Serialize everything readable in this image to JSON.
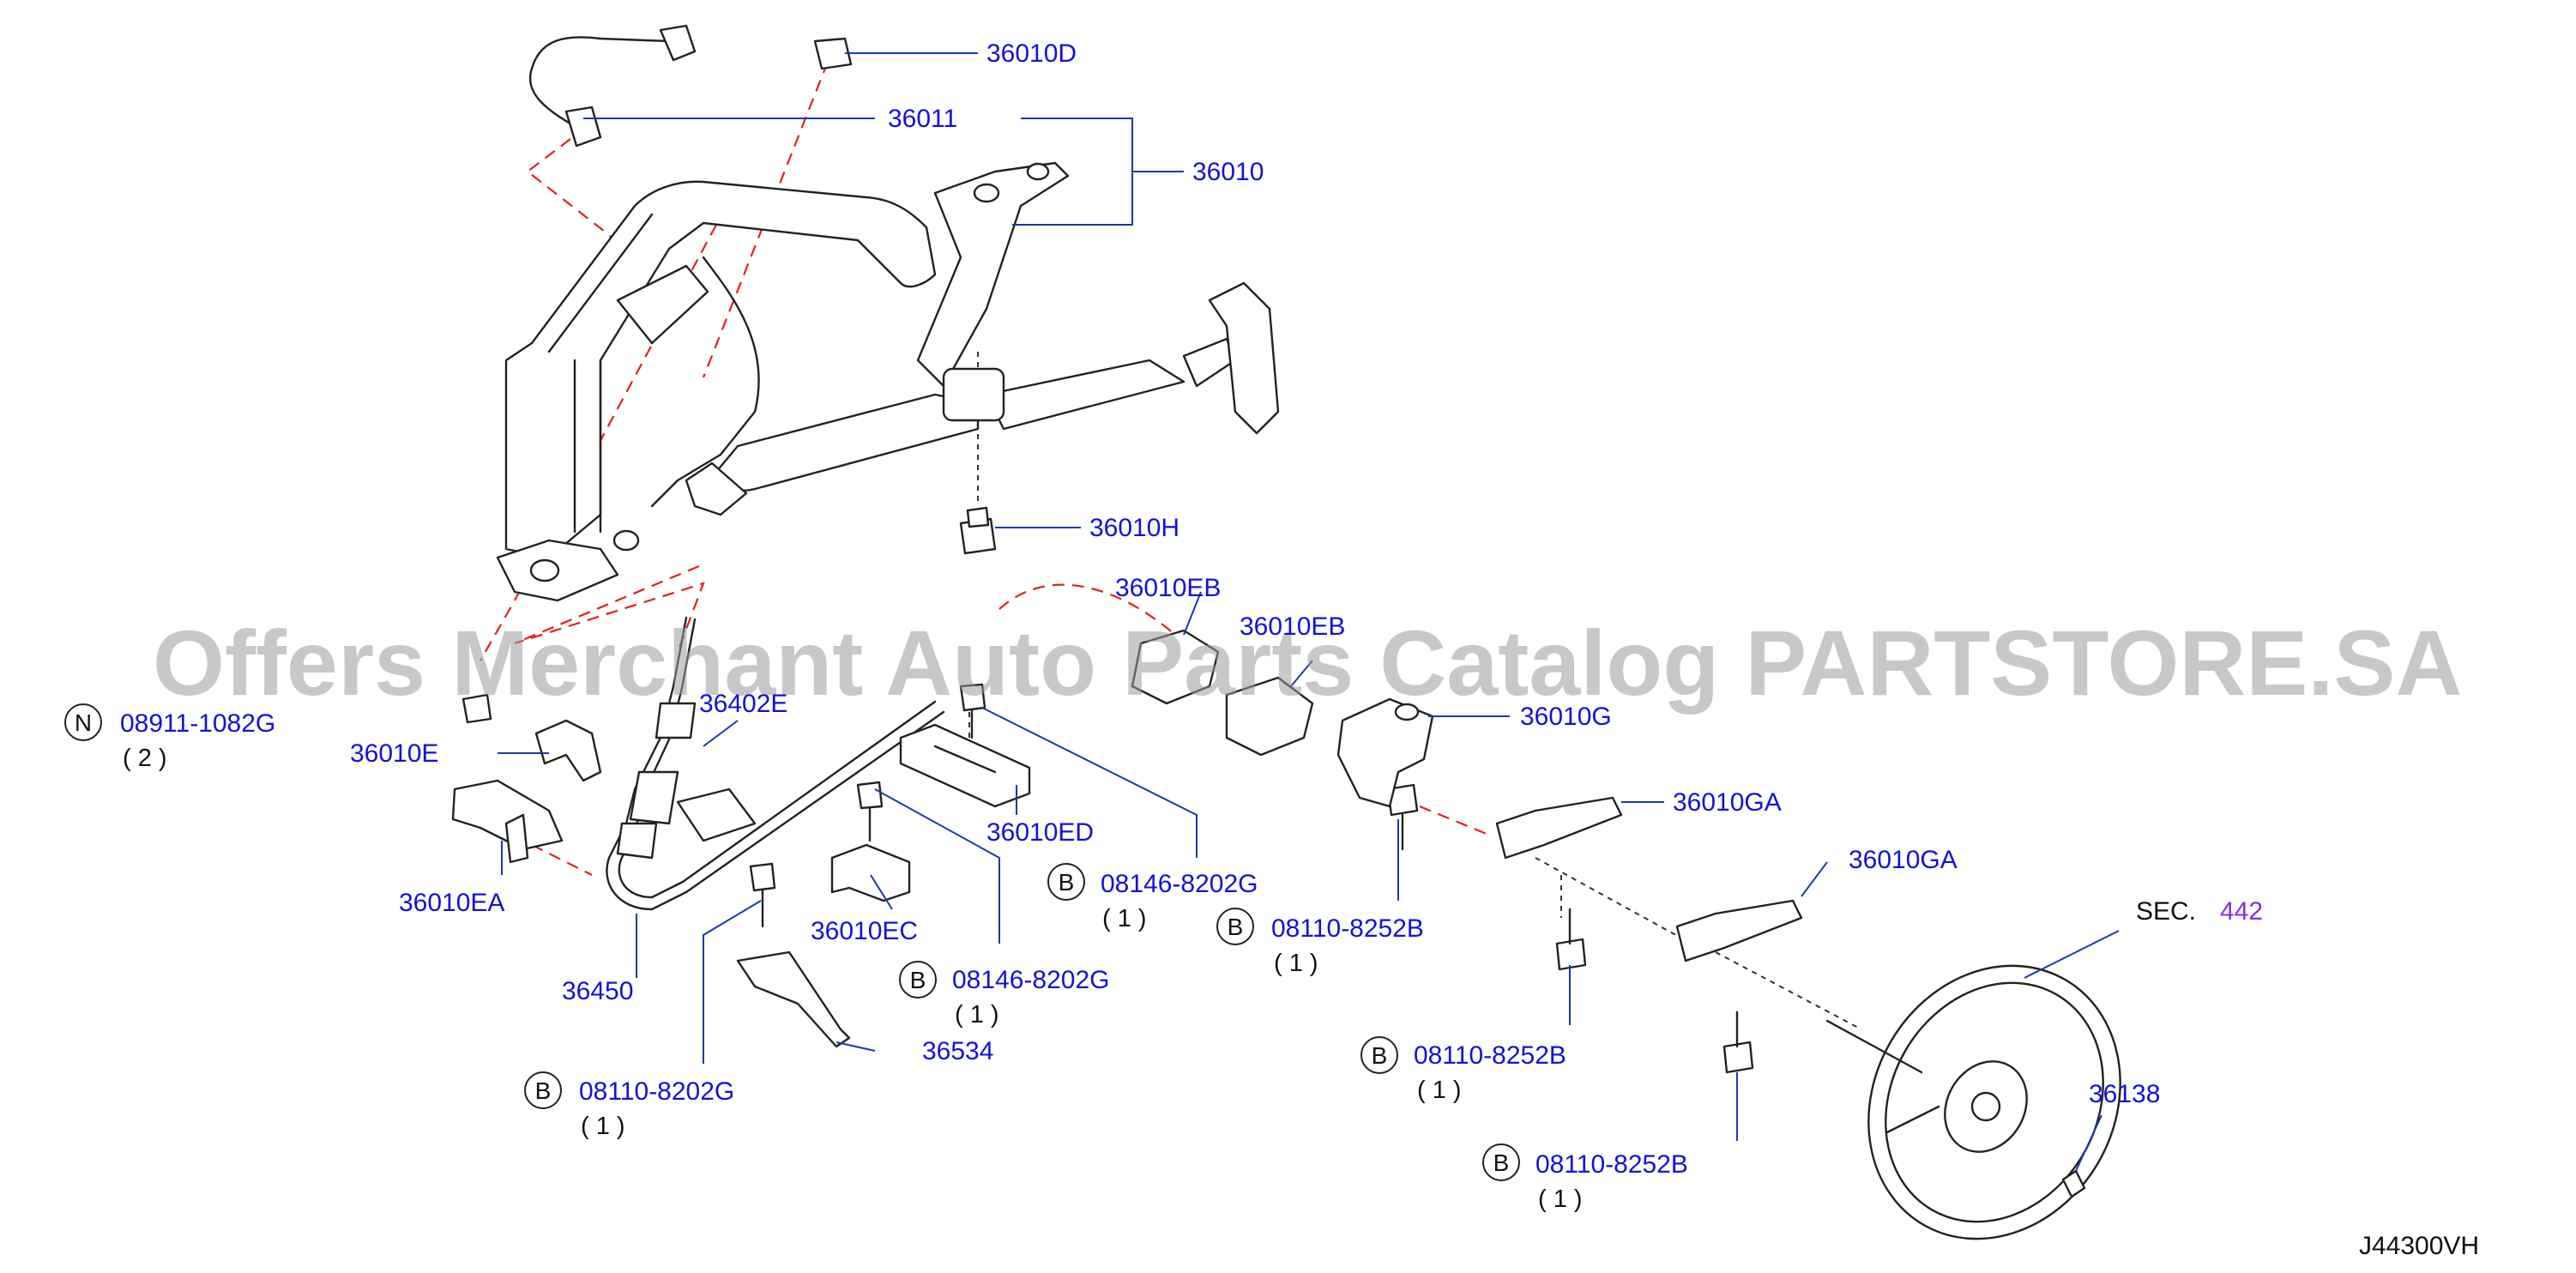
{
  "watermark": "Offers Merchant Auto Parts Catalog PARTSTORE.SA",
  "diagram_code": "J44300VH",
  "section_ref": {
    "prefix": "SEC.",
    "number": "442"
  },
  "labels": {
    "p36010D": "36010D",
    "p36011": "36011",
    "p36010": "36010",
    "p36010H": "36010H",
    "p36010EB_1": "36010EB",
    "p36010EB_2": "36010EB",
    "p36010G": "36010G",
    "p36010GA_1": "36010GA",
    "p36010GA_2": "36010GA",
    "p36402E": "36402E",
    "p36010E": "36010E",
    "p36010EA": "36010EA",
    "p36450": "36450",
    "p36010ED": "36010ED",
    "p36010EC": "36010EC",
    "p36534": "36534",
    "p36138": "36138"
  },
  "fasteners": [
    {
      "marker": "N",
      "part": "08911-1082G",
      "qty": "( 2 )"
    },
    {
      "marker": "B",
      "part": "08146-8202G",
      "qty": "( 1 )"
    },
    {
      "marker": "B",
      "part": "08110-8252B",
      "qty": "( 1 )"
    },
    {
      "marker": "B",
      "part": "08146-8202G",
      "qty": "( 1 )"
    },
    {
      "marker": "B",
      "part": "08110-8252B",
      "qty": "( 1 )"
    },
    {
      "marker": "B",
      "part": "08110-8202G",
      "qty": "( 1 )"
    },
    {
      "marker": "B",
      "part": "08110-8252B",
      "qty": "( 1 )"
    }
  ]
}
